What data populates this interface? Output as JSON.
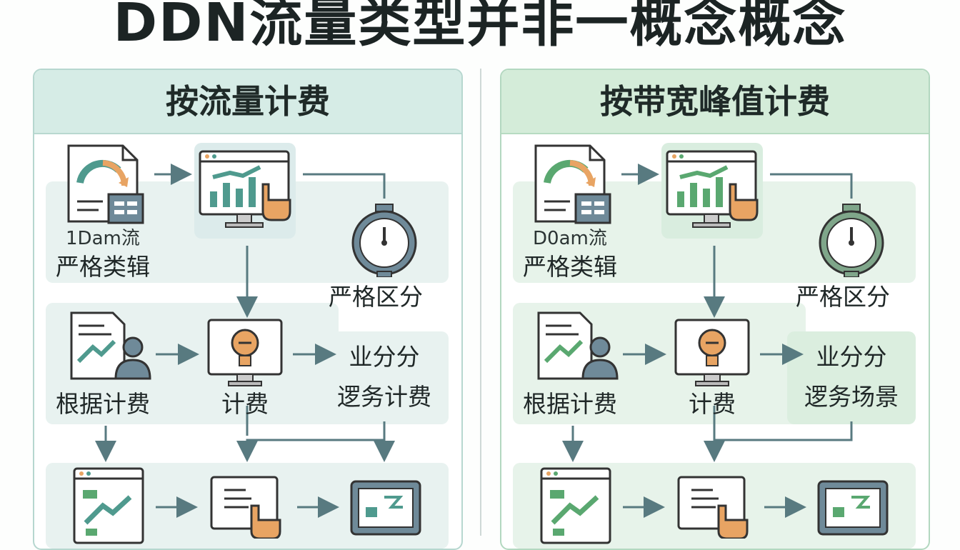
{
  "title": "DDN流量类型并非一概念概念",
  "left": {
    "header": "按流量计费",
    "labels": {
      "doc_small": "1Dam流",
      "doc_main": "严格类辑",
      "gauge": "严格区分",
      "user": "根据计费",
      "bulb": "计费",
      "biz_top": "业分分",
      "biz_bottom": "逻务计费"
    }
  },
  "right": {
    "header": "按带宽峰值计费",
    "labels": {
      "doc_small": "D0am流",
      "doc_main": "严格类辑",
      "gauge": "严格区分",
      "user": "根据计费",
      "bulb": "计费",
      "biz_top": "业分分",
      "biz_bottom": "逻务场景"
    }
  },
  "colors": {
    "teal": "#4f9a8e",
    "orange": "#e8a463",
    "blue_gray": "#6f8a99",
    "green": "#5aa870",
    "arrow": "#587a80"
  },
  "icons": [
    "report-gauge-icon",
    "chart-monitor-cursor-icon",
    "stopwatch-icon",
    "user-document-icon",
    "lightbulb-monitor-icon",
    "chart-window-icon",
    "document-cursor-icon",
    "monitor-icon"
  ]
}
